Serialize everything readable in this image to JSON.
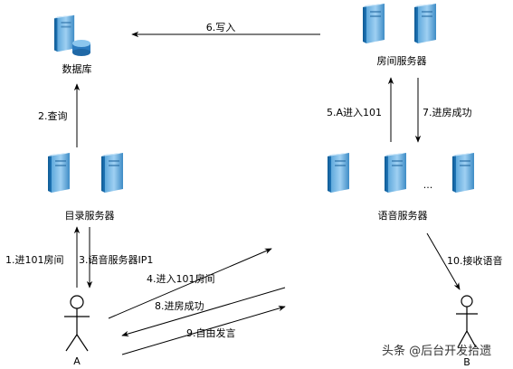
{
  "nodes": {
    "database": "数据库",
    "room_server": "房间服务器",
    "directory_server": "目录服务器",
    "voice_server": "语音服务器",
    "voice_ellipsis": "...",
    "user_a": "A",
    "user_b": "B"
  },
  "edges": {
    "e1": "1.进101房间",
    "e2": "2.查询",
    "e3": "3.语音服务器IP1",
    "e4": "4.进入101房间",
    "e5": "5.A进入101",
    "e6": "6.写入",
    "e7": "7.进房成功",
    "e8": "8.进房成功",
    "e9": "9.自由发言",
    "e10": "10.接收语音"
  },
  "watermark": "头条 @后台开发拾遗",
  "colors": {
    "server_dark": "#1a6fb0",
    "server_light": "#6bb6e8",
    "line": "#000000"
  }
}
